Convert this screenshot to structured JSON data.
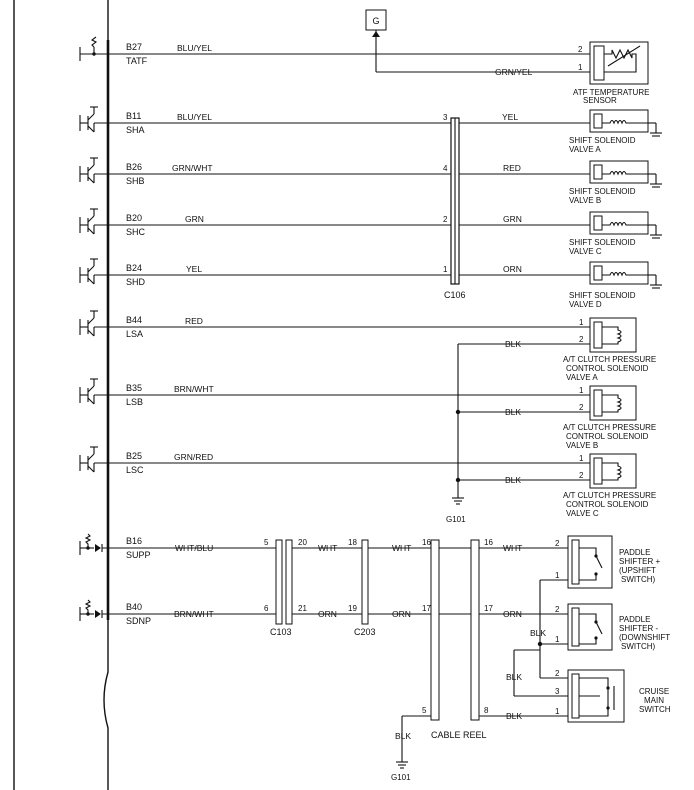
{
  "ecm_pins": [
    {
      "pin": "B27",
      "signal": "TATF",
      "wire": "BLU/YEL"
    },
    {
      "pin": "B11",
      "signal": "SHA",
      "wire": "BLU/YEL"
    },
    {
      "pin": "B26",
      "signal": "SHB",
      "wire": "GRN/WHT"
    },
    {
      "pin": "B20",
      "signal": "SHC",
      "wire": "GRN"
    },
    {
      "pin": "B24",
      "signal": "SHD",
      "wire": "YEL"
    },
    {
      "pin": "B44",
      "signal": "LSA",
      "wire": "RED"
    },
    {
      "pin": "B35",
      "signal": "LSB",
      "wire": "BRN/WHT"
    },
    {
      "pin": "B25",
      "signal": "LSC",
      "wire": "GRN/RED"
    },
    {
      "pin": "B16",
      "signal": "SUPP",
      "wire": "WHT/BLU"
    },
    {
      "pin": "B40",
      "signal": "SDNP",
      "wire": "BRN/WHT"
    }
  ],
  "g_box": "G",
  "atf": {
    "pin_top": "2",
    "pin_bot": "1",
    "ground_wire": "GRN/YEL",
    "caption_1": "ATF TEMPERATURE",
    "caption_2": "SENSOR"
  },
  "c106": {
    "label": "C106",
    "rows": [
      {
        "in_pin": "3",
        "out_wire": "YEL",
        "cap1": "SHIFT SOLENOID",
        "cap2": "VALVE A"
      },
      {
        "in_pin": "4",
        "out_wire": "RED",
        "cap1": "SHIFT SOLENOID",
        "cap2": "VALVE B"
      },
      {
        "in_pin": "2",
        "out_wire": "GRN",
        "cap1": "SHIFT SOLENOID",
        "cap2": "VALVE C"
      },
      {
        "in_pin": "1",
        "out_wire": "ORN",
        "cap1": "SHIFT SOLENOID",
        "cap2": "VALVE D"
      }
    ]
  },
  "lsv": [
    {
      "p1": "1",
      "p2": "2",
      "blk": "BLK",
      "cap1": "A/T CLUTCH PRESSURE",
      "cap2": "CONTROL SOLENOID",
      "cap3": "VALVE A"
    },
    {
      "p1": "1",
      "p2": "2",
      "blk": "BLK",
      "cap1": "A/T CLUTCH PRESSURE",
      "cap2": "CONTROL SOLENOID",
      "cap3": "VALVE B"
    },
    {
      "p1": "1",
      "p2": "2",
      "blk": "BLK",
      "cap1": "A/T CLUTCH PRESSURE",
      "cap2": "CONTROL SOLENOID",
      "cap3": "VALVE C"
    }
  ],
  "g101_a": "G101",
  "paddle": {
    "c103": {
      "label": "C103",
      "a_in": "5",
      "a_out": "20",
      "b_in": "6",
      "b_out": "21"
    },
    "c203": {
      "label": "C203",
      "a_in": "18",
      "b_in": "19"
    },
    "wire_wht": "WHT",
    "wire_orn": "ORN",
    "reel": {
      "label": "CABLE REEL",
      "a_in": "16",
      "a_out": "16",
      "b_in": "17",
      "b_out": "17",
      "c_in": "5",
      "c_out": "8"
    },
    "up_pin2": "2",
    "up_pin1": "1",
    "up_cap1": "PADDLE",
    "up_cap2": "SHIFTER +",
    "up_cap3": "(UPSHIFT",
    "up_cap4": "SWITCH)",
    "dn_pin2": "2",
    "dn_pin1": "1",
    "dn_cap1": "PADDLE",
    "dn_cap2": "SHIFTER -",
    "dn_cap3": "(DOWNSHIFT",
    "dn_cap4": "SWITCH)",
    "blk": "BLK",
    "cr_pin2": "2",
    "cr_pin3": "3",
    "cr_pin1": "1",
    "cr_cap1": "CRUISE",
    "cr_cap2": "MAIN",
    "cr_cap3": "SWITCH",
    "gnd_wire": "BLK",
    "g101": "G101"
  }
}
